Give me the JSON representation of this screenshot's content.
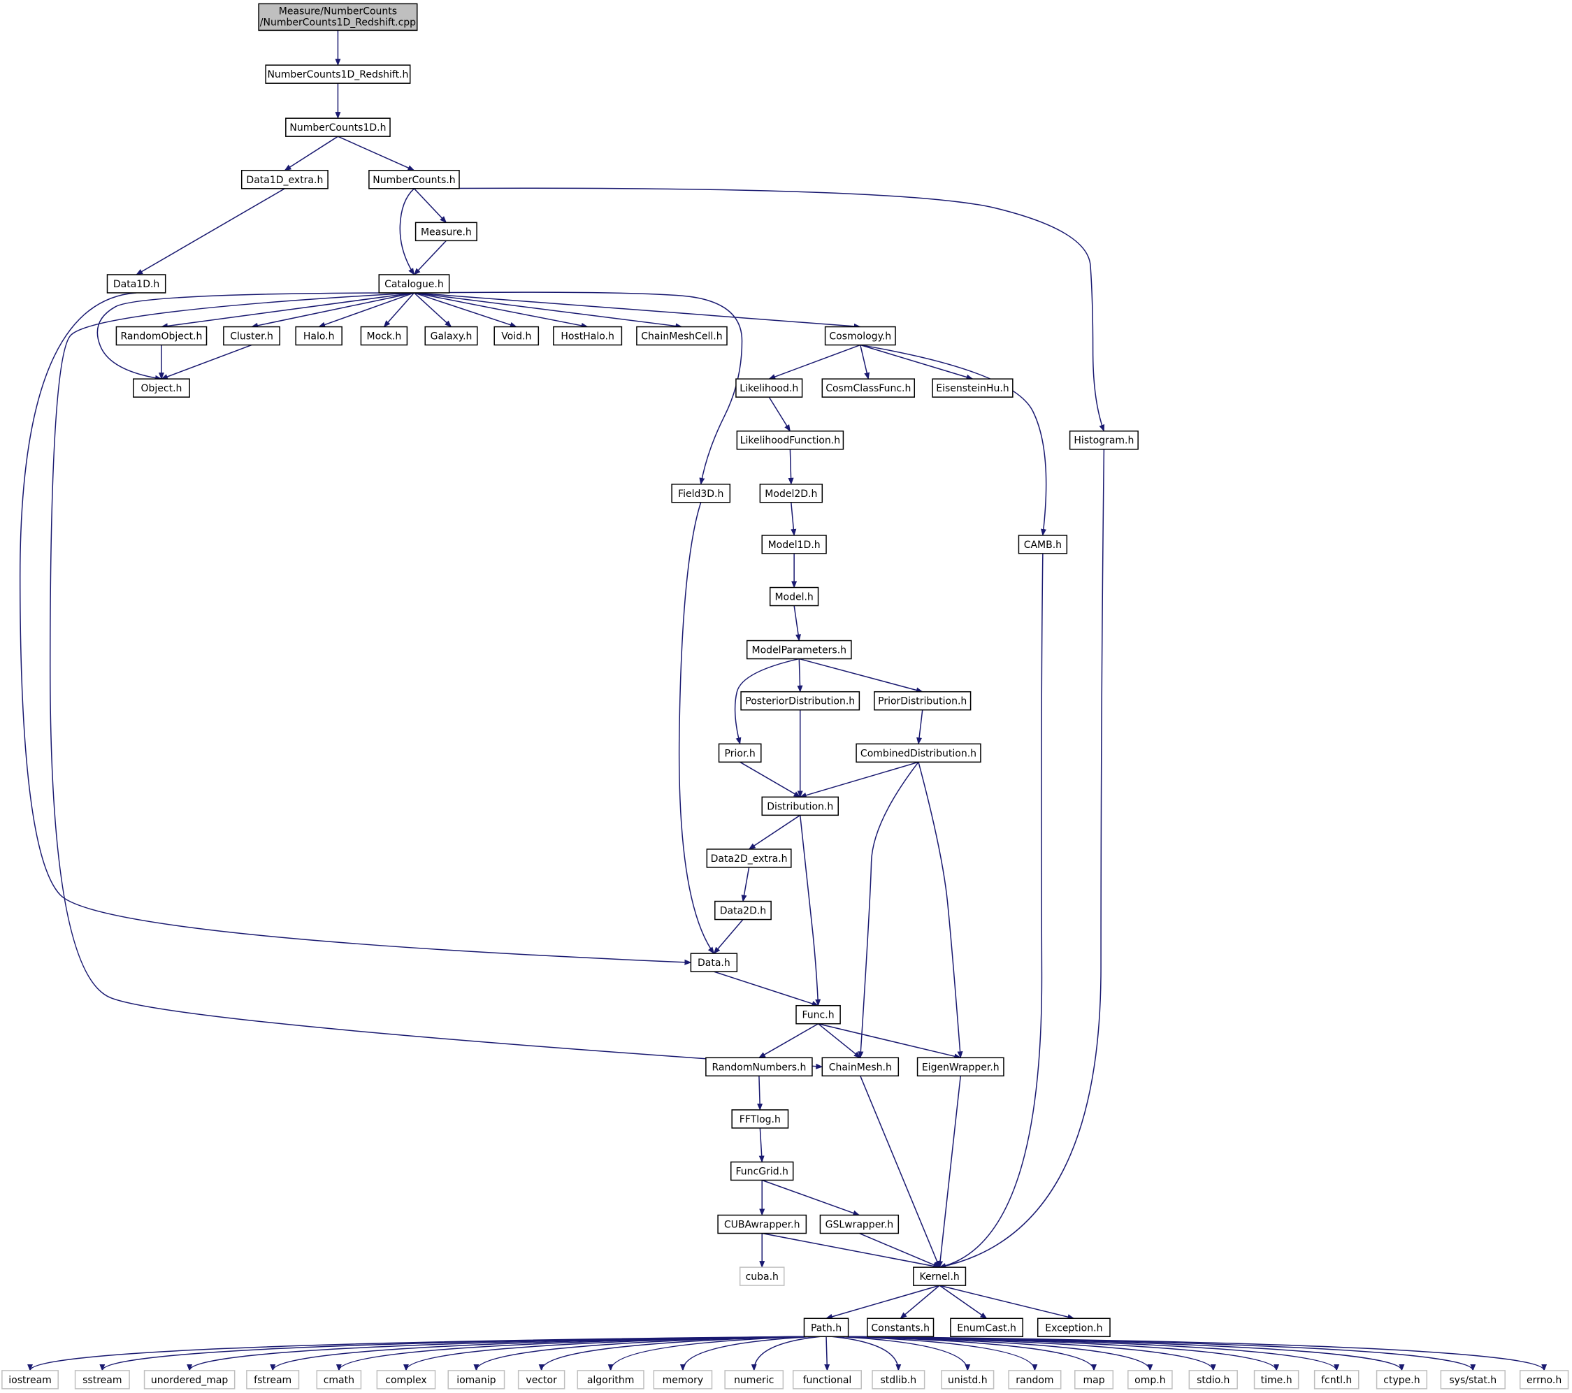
{
  "root": [
    "Measure/NumberCounts",
    "/NumberCounts1D_Redshift.cpp"
  ],
  "colors": {
    "edge": "#191970",
    "node_border": "#000000",
    "external_border": "#bfbfbf",
    "root_fill": "#bfbfbf"
  },
  "nodes": {
    "nc1dr_h": "NumberCounts1D_Redshift.h",
    "nc1d_h": "NumberCounts1D.h",
    "data1dx": "Data1D_extra.h",
    "nc_h": "NumberCounts.h",
    "measure": "Measure.h",
    "data1d": "Data1D.h",
    "catalogue": "Catalogue.h",
    "randomobj": "RandomObject.h",
    "cluster": "Cluster.h",
    "halo": "Halo.h",
    "mock": "Mock.h",
    "galaxy": "Galaxy.h",
    "void": "Void.h",
    "hosthalo": "HostHalo.h",
    "chainmeshcell": "ChainMeshCell.h",
    "cosmology": "Cosmology.h",
    "object": "Object.h",
    "likelihood": "Likelihood.h",
    "cosmclass": "CosmClassFunc.h",
    "eisenstein": "EisensteinHu.h",
    "histogram": "Histogram.h",
    "likefunc": "LikelihoodFunction.h",
    "field3d": "Field3D.h",
    "model2d": "Model2D.h",
    "model1d": "Model1D.h",
    "camb": "CAMB.h",
    "model": "Model.h",
    "modelparams": "ModelParameters.h",
    "posterior": "PosteriorDistribution.h",
    "prior_dist": "PriorDistribution.h",
    "prior": "Prior.h",
    "combined": "CombinedDistribution.h",
    "distribution": "Distribution.h",
    "data2dx": "Data2D_extra.h",
    "data2d": "Data2D.h",
    "data": "Data.h",
    "func": "Func.h",
    "randomnum": "RandomNumbers.h",
    "chainmesh": "ChainMesh.h",
    "eigen": "EigenWrapper.h",
    "fftlog": "FFTlog.h",
    "funcgrid": "FuncGrid.h",
    "cubaw": "CUBAwrapper.h",
    "gslw": "GSLwrapper.h",
    "cuba": "cuba.h",
    "kernel": "Kernel.h",
    "path": "Path.h",
    "constants": "Constants.h",
    "enumcast": "EnumCast.h",
    "exception": "Exception.h",
    "iostream": "iostream",
    "sstream": "sstream",
    "unordered_map": "unordered_map",
    "fstream": "fstream",
    "cmath": "cmath",
    "complex": "complex",
    "iomanip": "iomanip",
    "vector": "vector",
    "algorithm": "algorithm",
    "memory": "memory",
    "numeric": "numeric",
    "functional": "functional",
    "stdlib": "stdlib.h",
    "unistd": "unistd.h",
    "random": "random",
    "map": "map",
    "omp": "omp.h",
    "stdio": "stdio.h",
    "time": "time.h",
    "fcntl": "fcntl.h",
    "ctype": "ctype.h",
    "sysstat": "sys/stat.h",
    "errno": "errno.h"
  }
}
